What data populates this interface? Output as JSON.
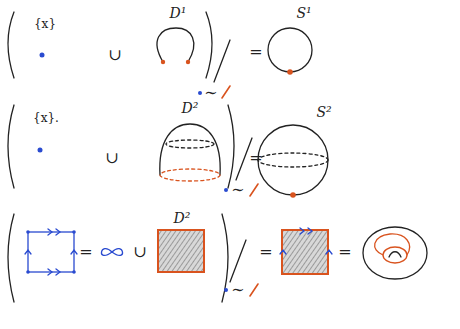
{
  "diagram": {
    "labels": [
      "{x}",
      "∪",
      "D¹",
      "∼",
      "=",
      "S¹",
      "{x}.",
      "∪",
      "D²",
      "∼",
      "=",
      "S²",
      "=",
      "∪",
      "D²",
      "∼",
      "=",
      "="
    ]
  }
}
